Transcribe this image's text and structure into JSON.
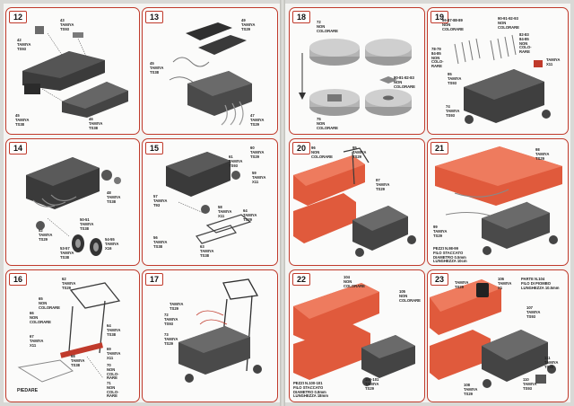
{
  "panels": {
    "p12": {
      "number": "12",
      "labels": [
        "42\nTAMIYA\nTS93",
        "43\nTAMIYA\nTS93",
        "45\nTAMIYA\nTS38",
        "46\nTAMIYA\nTS38"
      ]
    },
    "p13": {
      "number": "13",
      "labels": [
        "49\nTAMIYA\nTS29",
        "45\nTAMIYA\nTS38",
        "47\nTAMIYA\nTS29"
      ]
    },
    "p14": {
      "number": "14",
      "labels": [
        "48\nTAMIYA\nTS38",
        "50-51\nTAMIYA\nTS38",
        "52\nTAMIYA\nTS29",
        "53-57\nTAMIYA\nTS38",
        "54-55\nTAMIYA\nX16"
      ]
    },
    "p15": {
      "number": "15",
      "labels": [
        "60\nTAMIYA\nTS29",
        "61\nTAMIYA\nTS93",
        "59\nTAMIYA\nX11",
        "57\nTAMIYA\nT93",
        "58\nTAMIYA\nX11",
        "64\nTAMIYA\nTS29",
        "56\nTAMIYA\nTS38",
        "63\nTAMIYA\nTS38"
      ]
    },
    "p16": {
      "number": "16",
      "labels": [
        "62\nTAMIYA\nTS29",
        "65\nNON\nCOLORARE",
        "66\nNON\nCOLORARE",
        "64\nTAMIYA\nTS38",
        "67\nTAMIYA\nX11",
        "68\nTAMIYA\nTS38",
        "69\nTAMIYA\nX11",
        "70\nNON\nCOLO-\nRARE",
        "71\nNON\nCOLO-\nRARE",
        "PIEDARE"
      ]
    },
    "p17": {
      "number": "17",
      "labels": [
        "TAMIYA\nTS29",
        "72\nTAMIYA\nTS93",
        "73\nTAMIYA\nTS29"
      ]
    },
    "p18": {
      "number": "18",
      "labels": [
        "72\nNON\nCOLORARE",
        "80-81-82-83\nNON\nCOLORARE",
        "75\nNON\nCOLORARE"
      ]
    },
    "p19": {
      "number": "19",
      "labels": [
        "86-87-88-89\nNON\nCOLORARE",
        "90-91-92-93\nNON\nCOLORARE",
        "78-79\n84-85\nNON\nCOLO-\nRARE",
        "82-83\n84-85\nNON\nCOLO-\nRARE",
        "95\nTAMIYA\nTS93",
        "TAMIYA\nX11",
        "74\nTAMIYA\nTS93"
      ]
    },
    "p20": {
      "number": "20",
      "labels": [
        "96\nNON\nCOLORARE",
        "95\nTAMIYA\nTS29",
        "97\nTAMIYA\nTS29"
      ]
    },
    "p21": {
      "number": "21",
      "labels": [
        "98\nTAMIYA\nTS29",
        "99\nTAMIYA\nTS29",
        "PEZZI N.98-99\nFILO STACCATO\nDIAMETRO 0.5mm\nLUNGHEZZA 10cm"
      ]
    },
    "p22": {
      "number": "22",
      "labels": [
        "104\nNON\nCOLORARE",
        "105\nNON\nCOLORARE",
        "100-101\nTAMIYA\nTS29",
        "PEZZI N.100-101\nFILO STACCATO\nDIAMETRO 0.8mm\nLUNGHEZZA 18mm"
      ]
    },
    "p23": {
      "number": "23",
      "labels": [
        "TAMIYA\nTS29",
        "106\nTAMIYA\nX1",
        "PARTE N.104\nFILO DI PIOMBO\nLUNGHEZZA 10.5mm",
        "107\nTAMIYA\nTS93",
        "110\nTAMIYA\nTS93",
        "108\nTAMIYA\nTS29",
        "111\nTAMIYA\nTS38"
      ]
    }
  },
  "colors": {
    "frame": "#c03a2b",
    "body_red": "#e05a3c",
    "metal": "#8a8a8a",
    "dark": "#3a3a3a"
  }
}
